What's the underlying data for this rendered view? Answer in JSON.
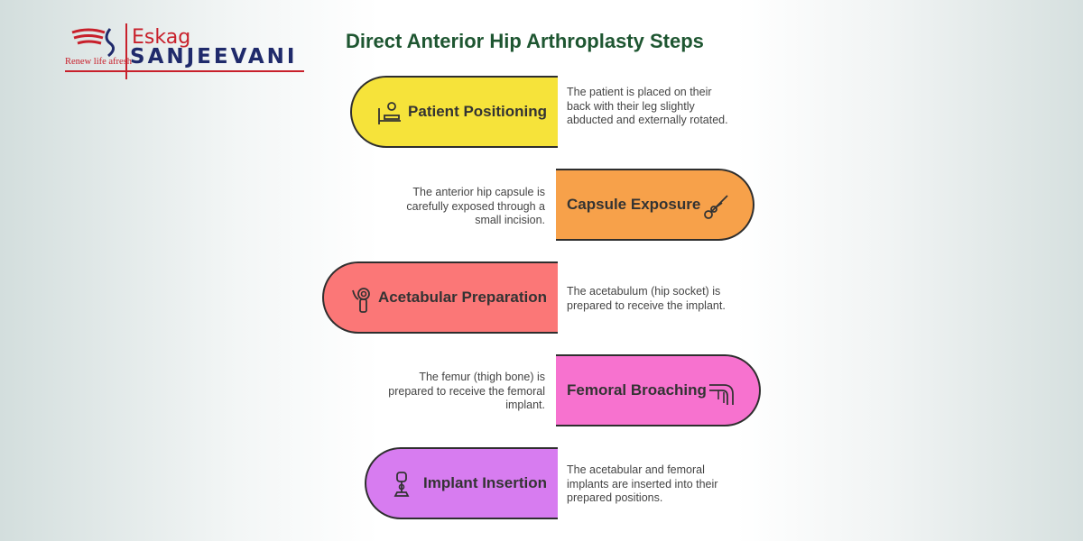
{
  "logo": {
    "brand_top": "Eskag",
    "brand_main": "SANJEEVANI",
    "tagline": "Renew life afresh"
  },
  "title": "Direct Anterior Hip Arthroplasty Steps",
  "steps": [
    {
      "label": "Patient Positioning",
      "description": "The patient is placed on their back with their leg slightly abducted and externally rotated.",
      "color": "#f6e33a",
      "icon": "patient-bed-icon"
    },
    {
      "label": "Capsule Exposure",
      "description": "The anterior hip capsule is carefully exposed through a small incision.",
      "color": "#f7a14a",
      "icon": "scissors-icon"
    },
    {
      "label": "Acetabular Preparation",
      "description": "The acetabulum (hip socket) is prepared to receive the implant.",
      "color": "#fb7777",
      "icon": "hip-joint-icon"
    },
    {
      "label": "Femoral Broaching",
      "description": "The femur (thigh bone) is prepared to receive the femoral implant.",
      "color": "#f772cf",
      "icon": "knee-joint-icon"
    },
    {
      "label": "Implant Insertion",
      "description": "The acetabular and femoral implants are inserted into their prepared positions.",
      "color": "#d77cf0",
      "icon": "prosthesis-icon"
    }
  ]
}
